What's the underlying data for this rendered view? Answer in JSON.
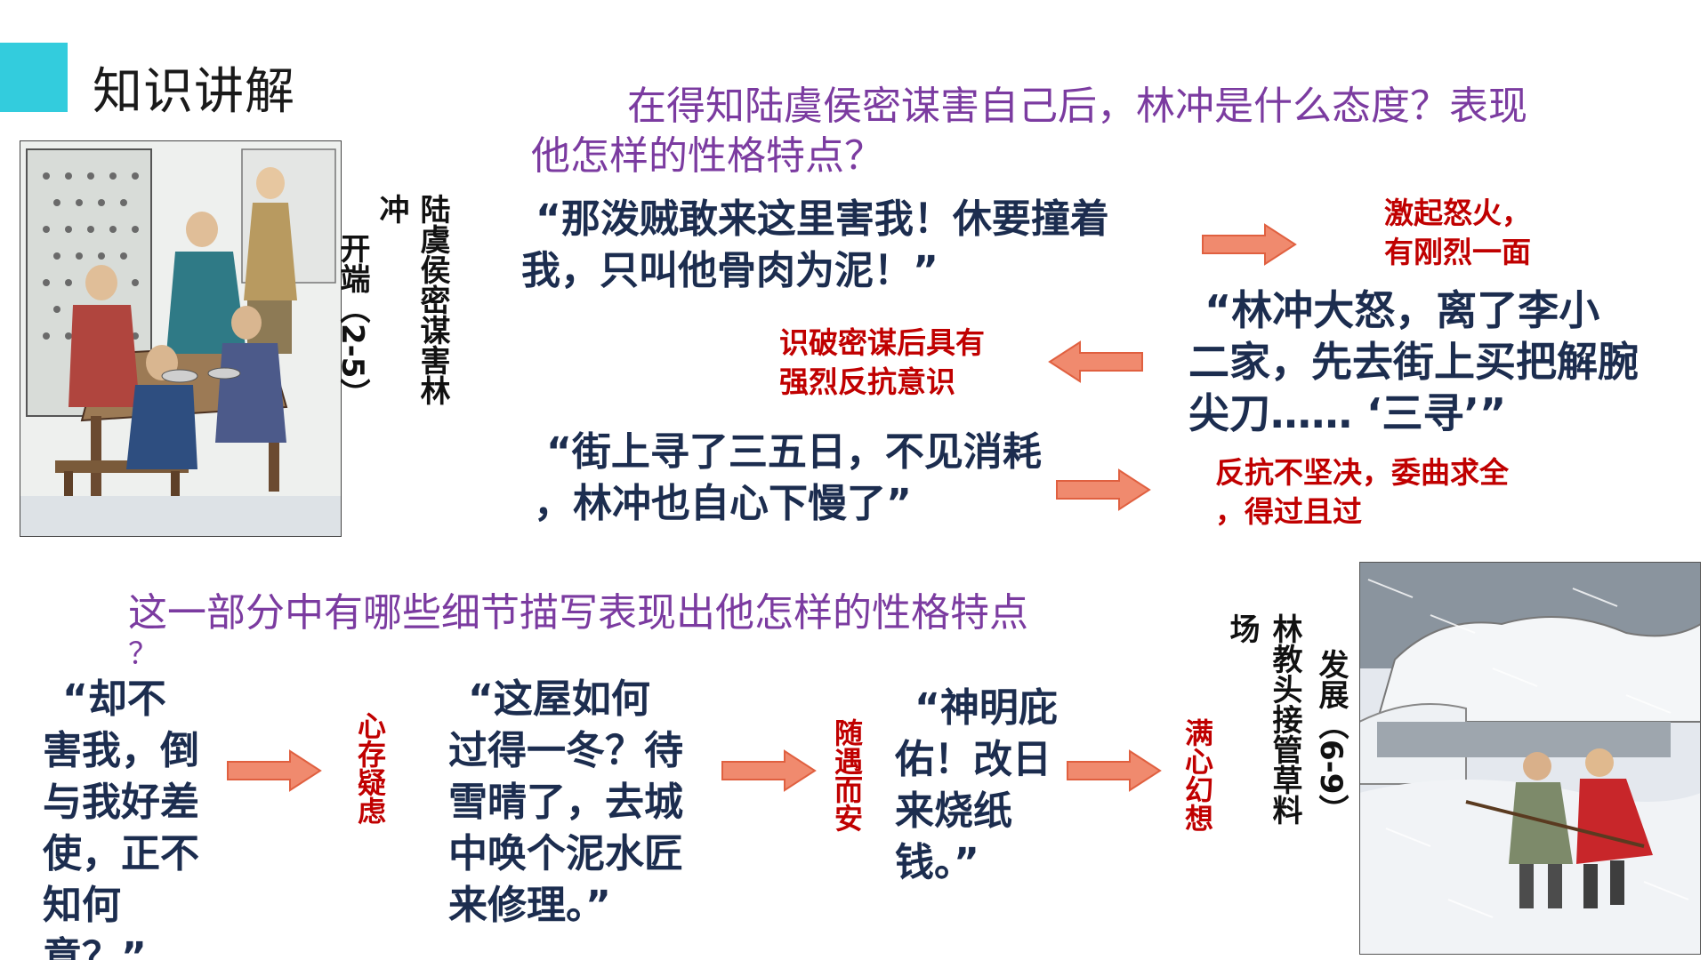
{
  "header": {
    "section_title": "知识讲解",
    "accent_color": "#33CCDD"
  },
  "part1": {
    "question_line1": "在得知陆虞侯密谋害自己后，林冲是什么态度？表现",
    "question_line2": "他怎样的性格特点？",
    "caption_line1": "陆虞侯密谋害林",
    "caption_line2": "冲",
    "caption_line3": "开端（2-5）",
    "quote1_line1": "“那泼贼敢来这里害我！休要撞着",
    "quote1_line2": "我，只叫他骨肉为泥！”",
    "note1_line1": "激起怒火，",
    "note1_line2": "有刚烈一面",
    "quote2_line1": "“林冲大怒，离了李小",
    "quote2_line2": "二家，先去街上买把解腕",
    "quote2_line3": "尖刀…… ‘三寻’”",
    "note2_line1": "识破密谋后具有",
    "note2_line2": "强烈反抗意识",
    "quote3_line1": "“街上寻了三五日，不见消耗",
    "quote3_line2": "，林冲也自心下慢了”",
    "note3_line1": "反抗不坚决，委曲求全",
    "note3_line2": "，得过且过"
  },
  "part2": {
    "question_line1": "这一部分中有哪些细节描写表现出他怎样的性格特点",
    "question_line2": "？",
    "quote1_lines": [
      "“却不",
      "害我，倒",
      "与我好差",
      "使，正不",
      "知何",
      "意？”"
    ],
    "note1": "心存疑虑",
    "quote2_lines": [
      "“这屋如何",
      "过得一冬？待",
      "雪晴了，去城",
      "中唤个泥水匠",
      "来修理。”"
    ],
    "note2": "随遇而安",
    "quote3_lines": [
      "“神明庇",
      "佑！改日",
      "来烧纸",
      "钱。”"
    ],
    "note3": "满心幻想",
    "caption_line1": "发展（6-9）",
    "caption_line2": "林教头接管草料",
    "caption_line3": "场"
  },
  "colors": {
    "question": "#7B3BA0",
    "quote": "#1C2D4F",
    "note": "#C00000",
    "arrow_fill": "#F08A6E",
    "arrow_stroke": "#E06040"
  }
}
